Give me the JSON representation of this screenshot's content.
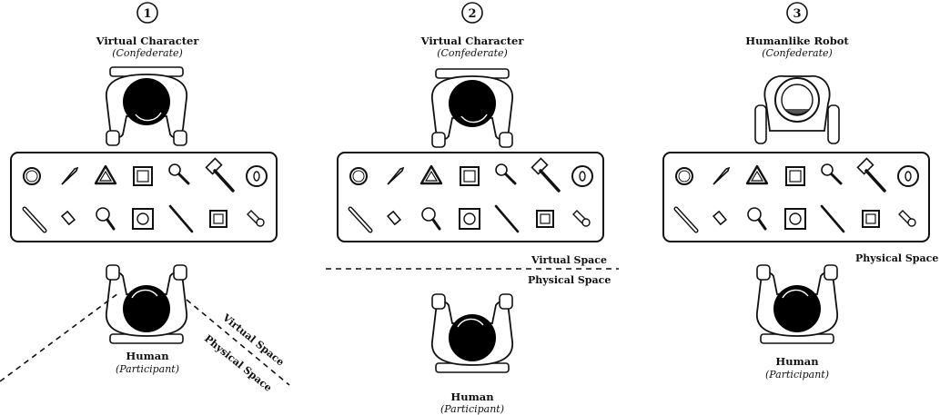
{
  "panels": [
    {
      "number": "1",
      "partner_label": "Virtual Character",
      "partner_role": "(Confederate)",
      "human_label": "Human",
      "human_role": "(Participant)",
      "virtual_space_label": "Virtual Space",
      "physical_space_label": "Physical Space"
    },
    {
      "number": "2",
      "partner_label": "Virtual Character",
      "partner_role": "(Confederate)",
      "human_label": "Human",
      "human_role": "(Participant)",
      "virtual_space_label": "Virtual Space",
      "physical_space_label": "Physical Space"
    },
    {
      "number": "3",
      "partner_label": "Humanlike Robot",
      "partner_role": "(Confederate)",
      "human_label": "Human",
      "human_role": "(Participant)",
      "physical_space_label": "Physical Space"
    }
  ]
}
